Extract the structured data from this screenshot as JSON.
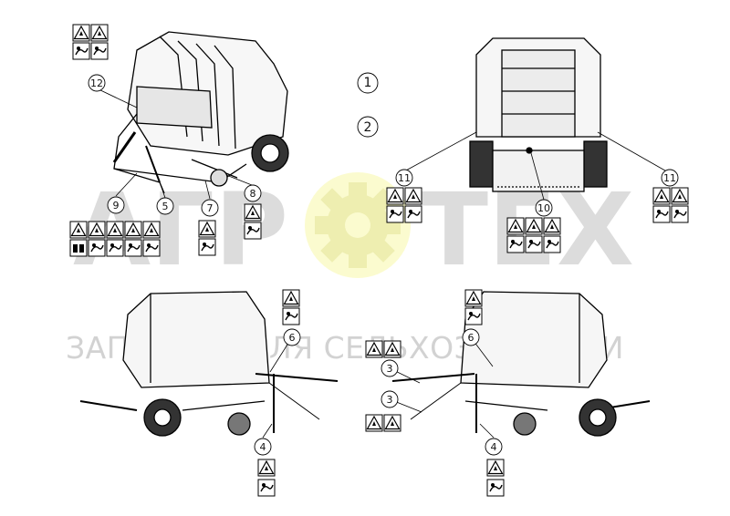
{
  "watermark": {
    "brand_left": "АГР",
    "brand_right": "ТЕХ",
    "subtitle": "ЗАПЧАСТИ ДЛЯ СЕЛЬХОЗТЕХНИКИ",
    "gear_color": "#fbfbcf",
    "text_color": "#dcdcdc"
  },
  "callouts": {
    "c1": "1",
    "c2": "2",
    "c3a": "3",
    "c3b": "3",
    "c4a": "4",
    "c4b": "4",
    "c5": "5",
    "c6a": "6",
    "c6b": "6",
    "c7": "7",
    "c8": "8",
    "c9": "9",
    "c10": "10",
    "c11a": "11",
    "c11b": "11",
    "c12": "12"
  },
  "views": [
    "baler-perspective-front",
    "baler-rear-view",
    "baler-left-side-view",
    "baler-right-side-view"
  ],
  "sticker_icons": [
    "warning-triangle-icon",
    "read-manual-icon",
    "hand-crush-icon",
    "rotating-parts-icon",
    "foot-crush-icon"
  ]
}
